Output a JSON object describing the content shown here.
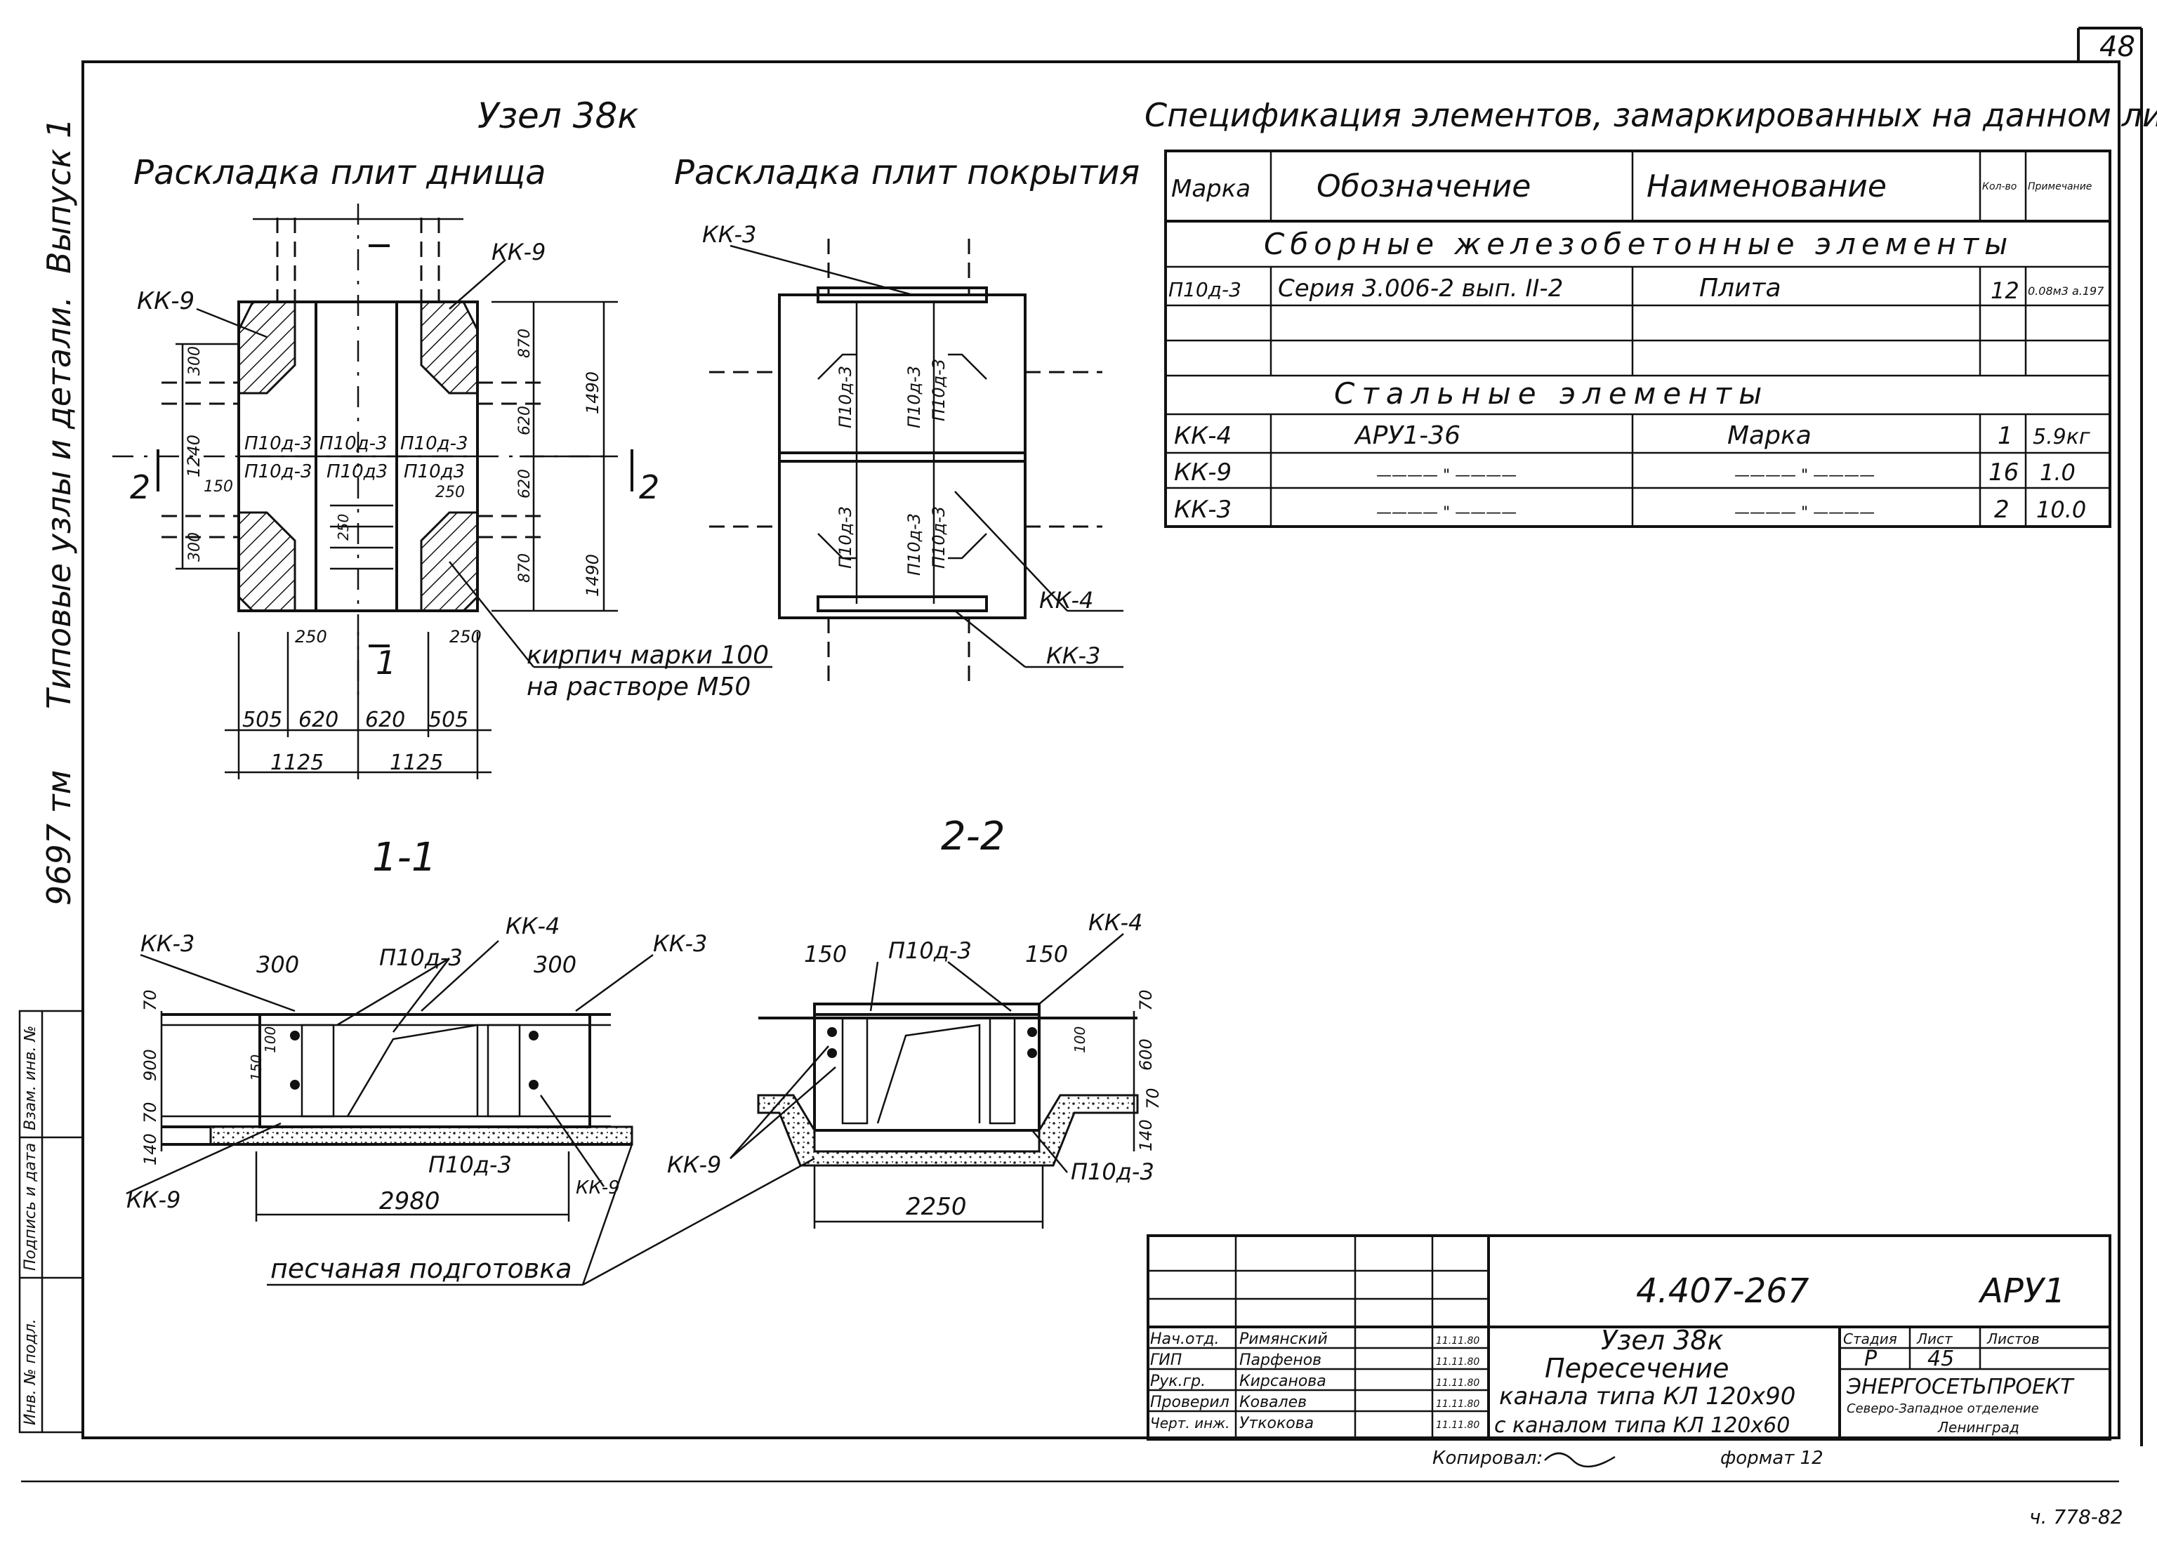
{
  "sheet": {
    "number": "48",
    "margin_vertical": {
      "issue": "Выпуск 1",
      "series": "Типовые узлы и детали.",
      "code": "9697 тм"
    },
    "stamp_column": [
      "Инв. № подл.",
      "Подпись и дата",
      "Взам. инв. №"
    ]
  },
  "plan": {
    "title": "Узел 38к",
    "left_title": "Раскладка плит днища",
    "right_title": "Раскладка плит покрытия",
    "left_labels": {
      "kk9_left": "КК-9",
      "kk9_right": "КК-9",
      "slab_a": "П10д-3",
      "slab_b": "П10д-3",
      "slab_c": "П10д-3",
      "slab_d": "П10д-3",
      "slab_e": "П10д3",
      "slab_f": "П10д3",
      "dim_1240": "1240",
      "dim_150": "150",
      "dim_300_top": "300",
      "dim_300_bot": "300",
      "dim_870_top": "870",
      "dim_620_a": "620",
      "dim_620_b": "620",
      "dim_870_bot": "870",
      "dim_1490_top": "1490",
      "dim_1490_bot": "1490",
      "dim_250_a": "250",
      "dim_250_b": "250",
      "dim_250_c": "250",
      "dim_250_d": "250",
      "dim_505_l": "505",
      "dim_620_l": "620",
      "dim_620_r": "620",
      "dim_505_r": "505",
      "dim_1125_l": "1125",
      "dim_1125_r": "1125",
      "sec1": "1",
      "sec2_l": "2",
      "sec2_r": "2",
      "brick_note_1": "кирпич марки 100",
      "brick_note_2": "на растворе М50"
    },
    "right_labels": {
      "kk3_top": "КК-3",
      "kk4": "КК-4",
      "kk3_bot": "КК-3",
      "s1": "П10д-3",
      "s2": "П10д-3",
      "s3": "П10д-3",
      "s4": "П10д-3",
      "s5": "П10д-3",
      "s6": "П10д-3"
    }
  },
  "spec": {
    "title": "Спецификация элементов, замаркированных на данном листе.",
    "headers": [
      "Марка",
      "Обозначение",
      "Наименование",
      "Кол-во",
      "Примечание"
    ],
    "group1": "Сборные железобетонные элементы",
    "row1": {
      "mark": "П10д-3",
      "designation": "Серия 3.006-2 вып. II-2",
      "name": "Плита",
      "qty": "12",
      "note": "0.08м3 а.197"
    },
    "group2": "Стальные элементы",
    "steel": [
      {
        "mark": "КК-4",
        "designation": "АРУ1-36",
        "name": "Марка",
        "qty": "1",
        "note": "5.9кг"
      },
      {
        "mark": "КК-9",
        "designation": "———— \" ————",
        "name": "———— \" ————",
        "qty": "16",
        "note": "1.0"
      },
      {
        "mark": "КК-3",
        "designation": "———— \" ————",
        "name": "———— \" ————",
        "qty": "2",
        "note": "10.0"
      }
    ]
  },
  "sections": {
    "s11_title": "1-1",
    "s22_title": "2-2",
    "s11": {
      "kk3_l": "КК-3",
      "kk3_r": "КК-3",
      "kk4": "КК-4",
      "kk9_l": "КК-9",
      "kk9_r": "КК-9",
      "slab_top": "П10д-3",
      "slab_bot": "П10д-3",
      "d300_l": "300",
      "d300_r": "300",
      "d2980": "2980",
      "d70_t": "70",
      "d900": "900",
      "d70_b": "70",
      "d140": "140",
      "d150": "150",
      "d100": "100"
    },
    "s22": {
      "kk4": "КК-4",
      "kk9": "КК-9",
      "slab_top": "П10д-3",
      "slab_bot": "П10д-3",
      "d150_l": "150",
      "d150_r": "150",
      "d2250": "2250",
      "d70_t": "70",
      "d600": "600",
      "d70_b": "70",
      "d140": "140",
      "d100": "100"
    },
    "sand_note": "песчаная подготовка"
  },
  "title_block": {
    "doc_code": "4.407-267",
    "album": "АРУ1",
    "staff": [
      {
        "role": "Нач.отд.",
        "name": "Римянский",
        "date": "11.11.80"
      },
      {
        "role": "ГИП",
        "name": "Парфенов",
        "date": "11.11.80"
      },
      {
        "role": "Рук.гр.",
        "name": "Кирсанова",
        "date": "11.11.80"
      },
      {
        "role": "Проверил",
        "name": "Ковалев",
        "date": "11.11.80"
      },
      {
        "role": "Черт. инж.",
        "name": "Уткокова",
        "date": "11.11.80"
      }
    ],
    "title_lines": [
      "Узел 38к",
      "Пересечение",
      "канала типа КЛ 120х90",
      "с каналом типа КЛ 120х60"
    ],
    "stage_header": "Стадия",
    "sheet_header": "Лист",
    "sheets_header": "Листов",
    "stage": "Р",
    "sheet": "45",
    "org1": "ЭНЕРГОСЕТЬПРОЕКТ",
    "org2": "Северо-Западное отделение",
    "org3": "Ленинград",
    "copied": "Копировал:",
    "format": "формат 12"
  },
  "footer_note": "ч. 778-82"
}
